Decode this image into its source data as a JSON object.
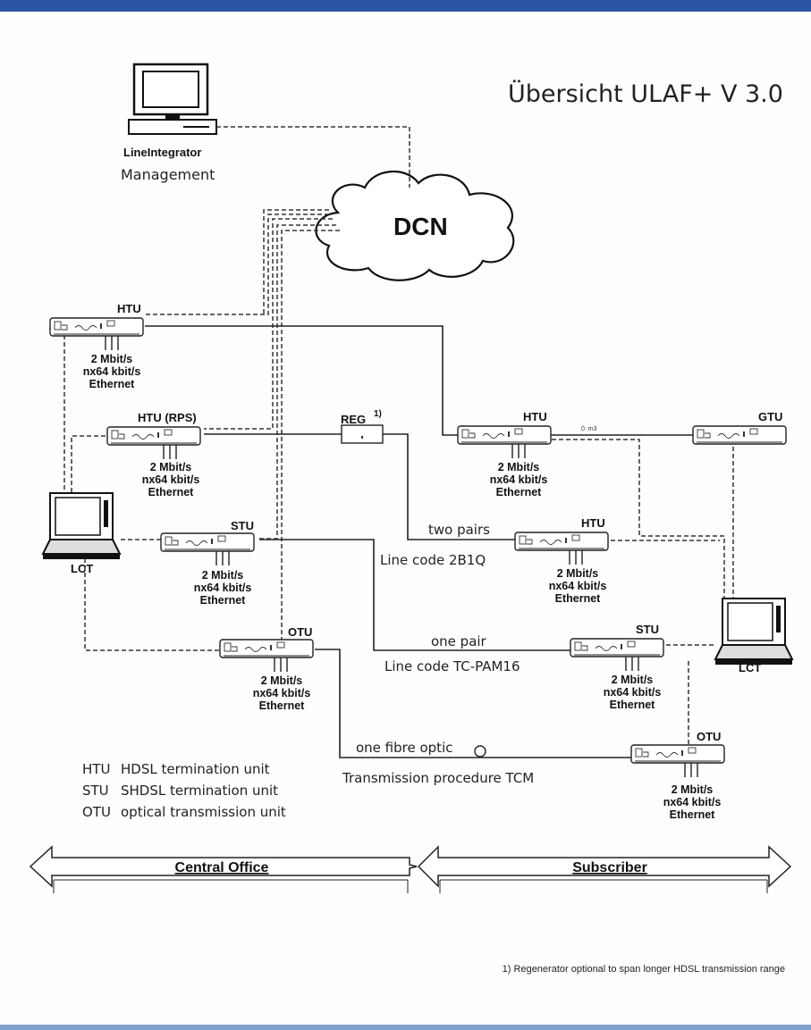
{
  "title": "Übersicht ULAF+ V 3.0",
  "management": {
    "product": "LineIntegrator",
    "label": "Management"
  },
  "dcn_label": "DCN",
  "devices": {
    "htu_co": "HTU",
    "htu_rps": "HTU (RPS)",
    "reg": "REG",
    "reg_note_mark": "1)",
    "stu_co": "STU",
    "otu_co": "OTU",
    "htu_sub1": "HTU",
    "gtu": "GTU",
    "htu_sub2": "HTU",
    "stu_sub": "STU",
    "otu_sub": "OTU",
    "lct_left": "LCT",
    "lct_right": "LCT",
    "mini_link": "0. m3"
  },
  "interfaces": [
    "2 Mbit/s",
    "nx64 kbit/s",
    "Ethernet"
  ],
  "links": {
    "two_pairs": "two pairs",
    "line_code_2b1q": "Line code 2B1Q",
    "one_pair": "one pair",
    "line_code_tcpam": "Line code TC-PAM16",
    "one_fibre": "one fibre optic",
    "tcm": "Transmission procedure TCM"
  },
  "legend": [
    {
      "abbr": "HTU",
      "text": "HDSL termination unit"
    },
    {
      "abbr": "STU",
      "text": "SHDSL termination unit"
    },
    {
      "abbr": "OTU",
      "text": "optical transmission unit"
    }
  ],
  "sections": {
    "central": "Central Office",
    "subscriber": "Subscriber"
  },
  "footnote": "1) Regenerator optional to span longer HDSL transmission range"
}
